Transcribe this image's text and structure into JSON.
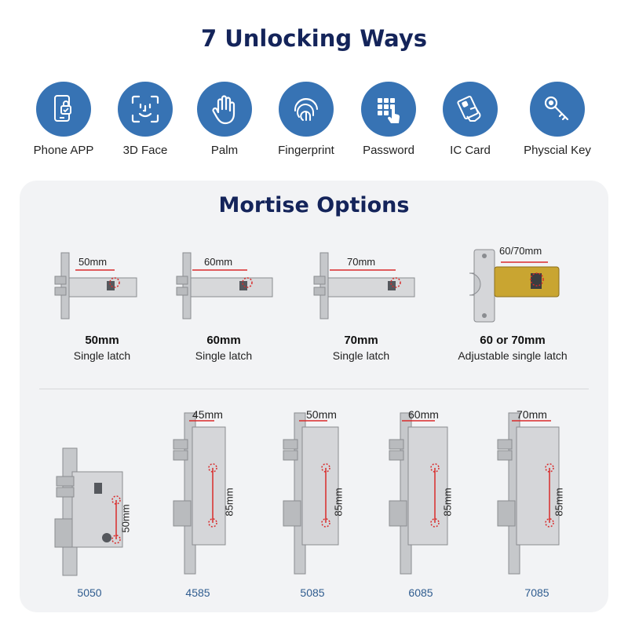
{
  "title": "7 Unlocking Ways",
  "unlocking_ways": [
    {
      "label": "Phone APP",
      "icon": "phone-app-icon"
    },
    {
      "label": "3D Face",
      "icon": "face-scan-icon"
    },
    {
      "label": "Palm",
      "icon": "palm-icon"
    },
    {
      "label": "Fingerprint",
      "icon": "fingerprint-icon"
    },
    {
      "label": "Password",
      "icon": "keypad-icon"
    },
    {
      "label": "IC Card",
      "icon": "card-icon"
    },
    {
      "label": "Physcial Key",
      "icon": "key-icon"
    }
  ],
  "mortise_title": "Mortise Options",
  "latches": [
    {
      "dimension": "50mm",
      "size": "50mm",
      "desc": "Single latch"
    },
    {
      "dimension": "60mm",
      "size": "60mm",
      "desc": "Single latch"
    },
    {
      "dimension": "70mm",
      "size": "70mm",
      "desc": "Single latch"
    },
    {
      "dimension": "60/70mm",
      "size": "60 or 70mm",
      "desc": "Adjustable single latch"
    }
  ],
  "mortises": [
    {
      "label": "5050",
      "backset": "",
      "height": "50mm"
    },
    {
      "label": "4585",
      "backset": "45mm",
      "height": "85mm"
    },
    {
      "label": "5085",
      "backset": "50mm",
      "height": "85mm"
    },
    {
      "label": "6085",
      "backset": "60mm",
      "height": "85mm"
    },
    {
      "label": "7085",
      "backset": "70mm",
      "height": "85mm"
    }
  ],
  "colors": {
    "accent": "#3773b4",
    "title": "#14245a",
    "panel": "#f2f3f5",
    "dimension": "#d92b2b",
    "model_label": "#2f5c8f"
  }
}
